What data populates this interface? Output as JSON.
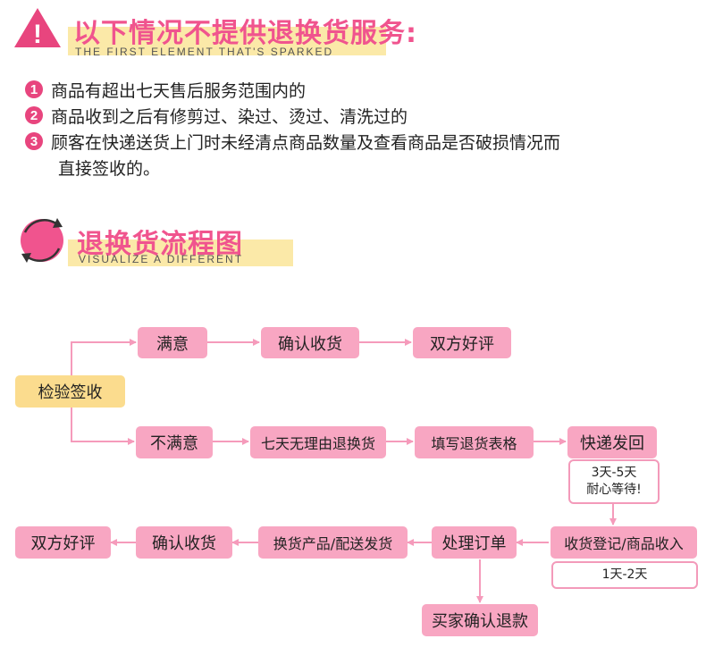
{
  "section1": {
    "title": "以下情况不提供退换货服务:",
    "subtitle": "THE FIRST ELEMENT THAT'S SPARKED",
    "warning_icon_glyph": "!",
    "rules": [
      {
        "num": "1",
        "text": "商品有超出七天售后服务范围内的"
      },
      {
        "num": "2",
        "text": "商品收到之后有修剪过、染过、烫过、清洗过的"
      },
      {
        "num": "3",
        "text": "顾客在快递送货上门时未经清点商品数量及查看商品是否破损情况而",
        "text2": "直接签收的。"
      }
    ]
  },
  "section2": {
    "title": "退换货流程图",
    "subtitle": "VISUALIZE A DIFFERENT"
  },
  "flow": {
    "inspect": "检验签收",
    "satisfied": "满意",
    "confirm_receipt_top": "确认收货",
    "good_review_top": "双方好评",
    "unsatisfied": "不满意",
    "seven_day_return": "七天无理由退换货",
    "fill_form": "填写退货表格",
    "ship_back": "快递发回",
    "wait_note_line1": "3天-5天",
    "wait_note_line2": "耐心等待!",
    "receive_register": "收货登记/商品收入",
    "duration_note": "1天-2天",
    "process_order": "处理订单",
    "exchange_ship": "换货产品/配送发货",
    "confirm_receipt_bottom": "确认收货",
    "good_review_bottom": "双方好评",
    "buyer_confirm_refund": "买家确认退款"
  },
  "colors": {
    "accent_pink": "#f0548e",
    "box_pink": "#f8a6c2",
    "arrow_pink": "#f59bbb",
    "start_yellow": "#fbdc8e",
    "highlight_yellow": "#fbe9a8"
  }
}
